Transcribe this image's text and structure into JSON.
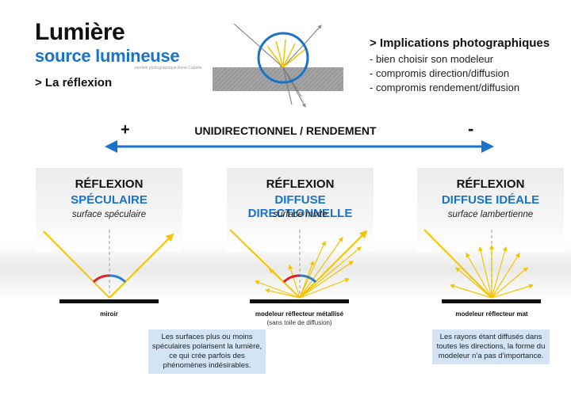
{
  "header": {
    "title": "Lumière",
    "subtitle": "source lumineuse",
    "credit": "modelé photographique René Cabello",
    "section": "> La réflexion"
  },
  "implications": {
    "title": "> Implications photographiques",
    "items": [
      "- bien choisir son modeleur",
      "- compromis direction/diffusion",
      "- compromis rendement/diffusion"
    ]
  },
  "axis": {
    "label": "UNIDIRECTIONNEL / RENDEMENT",
    "plus": "+",
    "minus": "-"
  },
  "panels": [
    {
      "title": "RÉFLEXION",
      "type": "SPÉCULAIRE",
      "surface": "surface spéculaire",
      "surface_label": "miroir",
      "note": ""
    },
    {
      "title": "RÉFLEXION",
      "type": "DIFFUSE DIRECTIONNELLE",
      "surface": "surface mixte",
      "surface_label": "modeleur réflecteur métallisé",
      "note": "(sans toile de diffusion)"
    },
    {
      "title": "RÉFLEXION",
      "type": "DIFFUSE IDÉALE",
      "surface": "surface lambertienne",
      "surface_label": "modeleur réflecteur mat",
      "note": ""
    }
  ],
  "info_boxes": [
    "Les surfaces plus ou moins spéculaires polarisent la lumière, ce qui crée parfois des phénomènes indésirables.",
    "Les rayons étant diffusés dans toutes les directions, la forme du modeleur n’a pas d’importance."
  ],
  "colors": {
    "accent_blue": "#1a73c8",
    "ray_yellow": "#f5c400",
    "angle_red": "#e0202a",
    "angle_blue": "#2a7fd4",
    "info_bg": "#d3e4f4"
  }
}
